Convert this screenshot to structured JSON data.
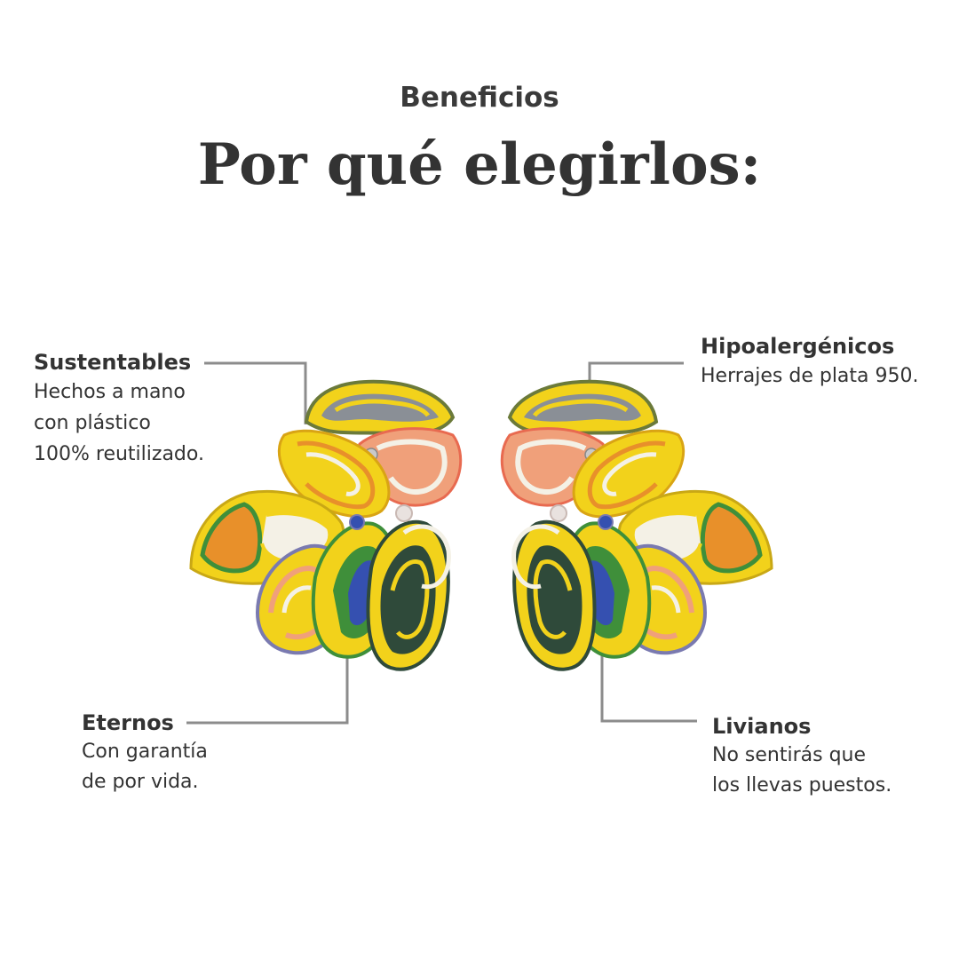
{
  "header": {
    "eyebrow": "Beneficios",
    "title": "Por qué elegirlos:"
  },
  "features": [
    {
      "id": "sustentables",
      "title": "Sustentables",
      "lines": [
        "Hechos a mano",
        "con plástico",
        "100% reutilizado."
      ]
    },
    {
      "id": "hipoalergenicos",
      "title": "Hipoalergénicos",
      "lines": [
        "Herrajes de plata 950."
      ]
    },
    {
      "id": "eternos",
      "title": "Eternos",
      "lines": [
        "Con garantía",
        "de por vida."
      ]
    },
    {
      "id": "livianos",
      "title": "Livianos",
      "lines": [
        "No sentirás que",
        "los llevas puestos."
      ]
    }
  ],
  "colors": {
    "text": "#333333",
    "connector": "#8c8c8c",
    "yellow": "#f2d21b",
    "olive": "#a4b05a",
    "orange": "#e8902a",
    "green": "#3f8f3a",
    "blue": "#3550b0",
    "salmon": "#f0a07a",
    "white": "#f4f1e6",
    "gray": "#8a8f96"
  }
}
